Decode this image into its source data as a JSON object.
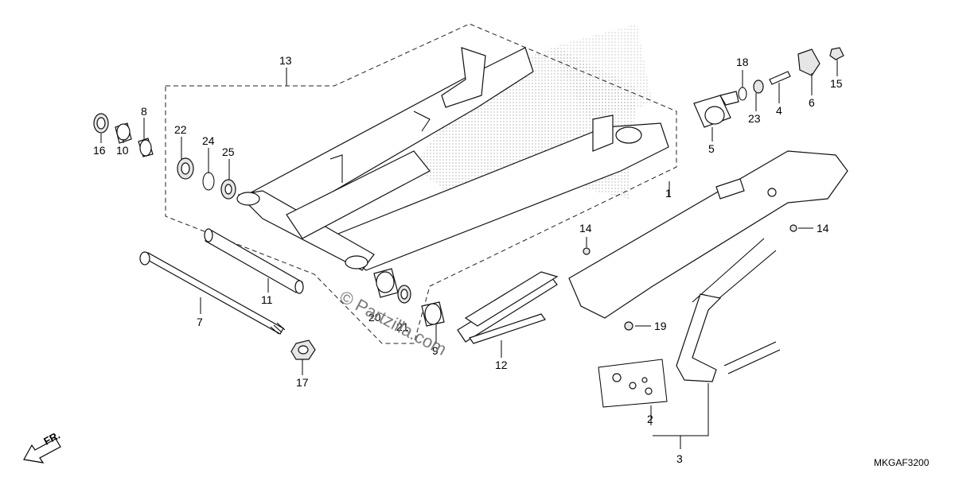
{
  "diagram": {
    "code": "MKGAF3200",
    "watermark": "© Partzilla.com",
    "direction_label": "FR.",
    "callouts": [
      {
        "id": "c1",
        "label": "1"
      },
      {
        "id": "c2",
        "label": "2"
      },
      {
        "id": "c3",
        "label": "3"
      },
      {
        "id": "c4",
        "label": "4"
      },
      {
        "id": "c5",
        "label": "5"
      },
      {
        "id": "c6",
        "label": "6"
      },
      {
        "id": "c7",
        "label": "7"
      },
      {
        "id": "c8",
        "label": "8"
      },
      {
        "id": "c9",
        "label": "9"
      },
      {
        "id": "c10",
        "label": "10"
      },
      {
        "id": "c11",
        "label": "11"
      },
      {
        "id": "c12",
        "label": "12"
      },
      {
        "id": "c13",
        "label": "13"
      },
      {
        "id": "c14a",
        "label": "14"
      },
      {
        "id": "c14b",
        "label": "14"
      },
      {
        "id": "c15",
        "label": "15"
      },
      {
        "id": "c16",
        "label": "16"
      },
      {
        "id": "c17",
        "label": "17"
      },
      {
        "id": "c18",
        "label": "18"
      },
      {
        "id": "c19",
        "label": "19"
      },
      {
        "id": "c20",
        "label": "20"
      },
      {
        "id": "c21",
        "label": "21"
      },
      {
        "id": "c22",
        "label": "22"
      },
      {
        "id": "c23",
        "label": "23"
      },
      {
        "id": "c24",
        "label": "24"
      },
      {
        "id": "c25",
        "label": "25"
      }
    ]
  }
}
